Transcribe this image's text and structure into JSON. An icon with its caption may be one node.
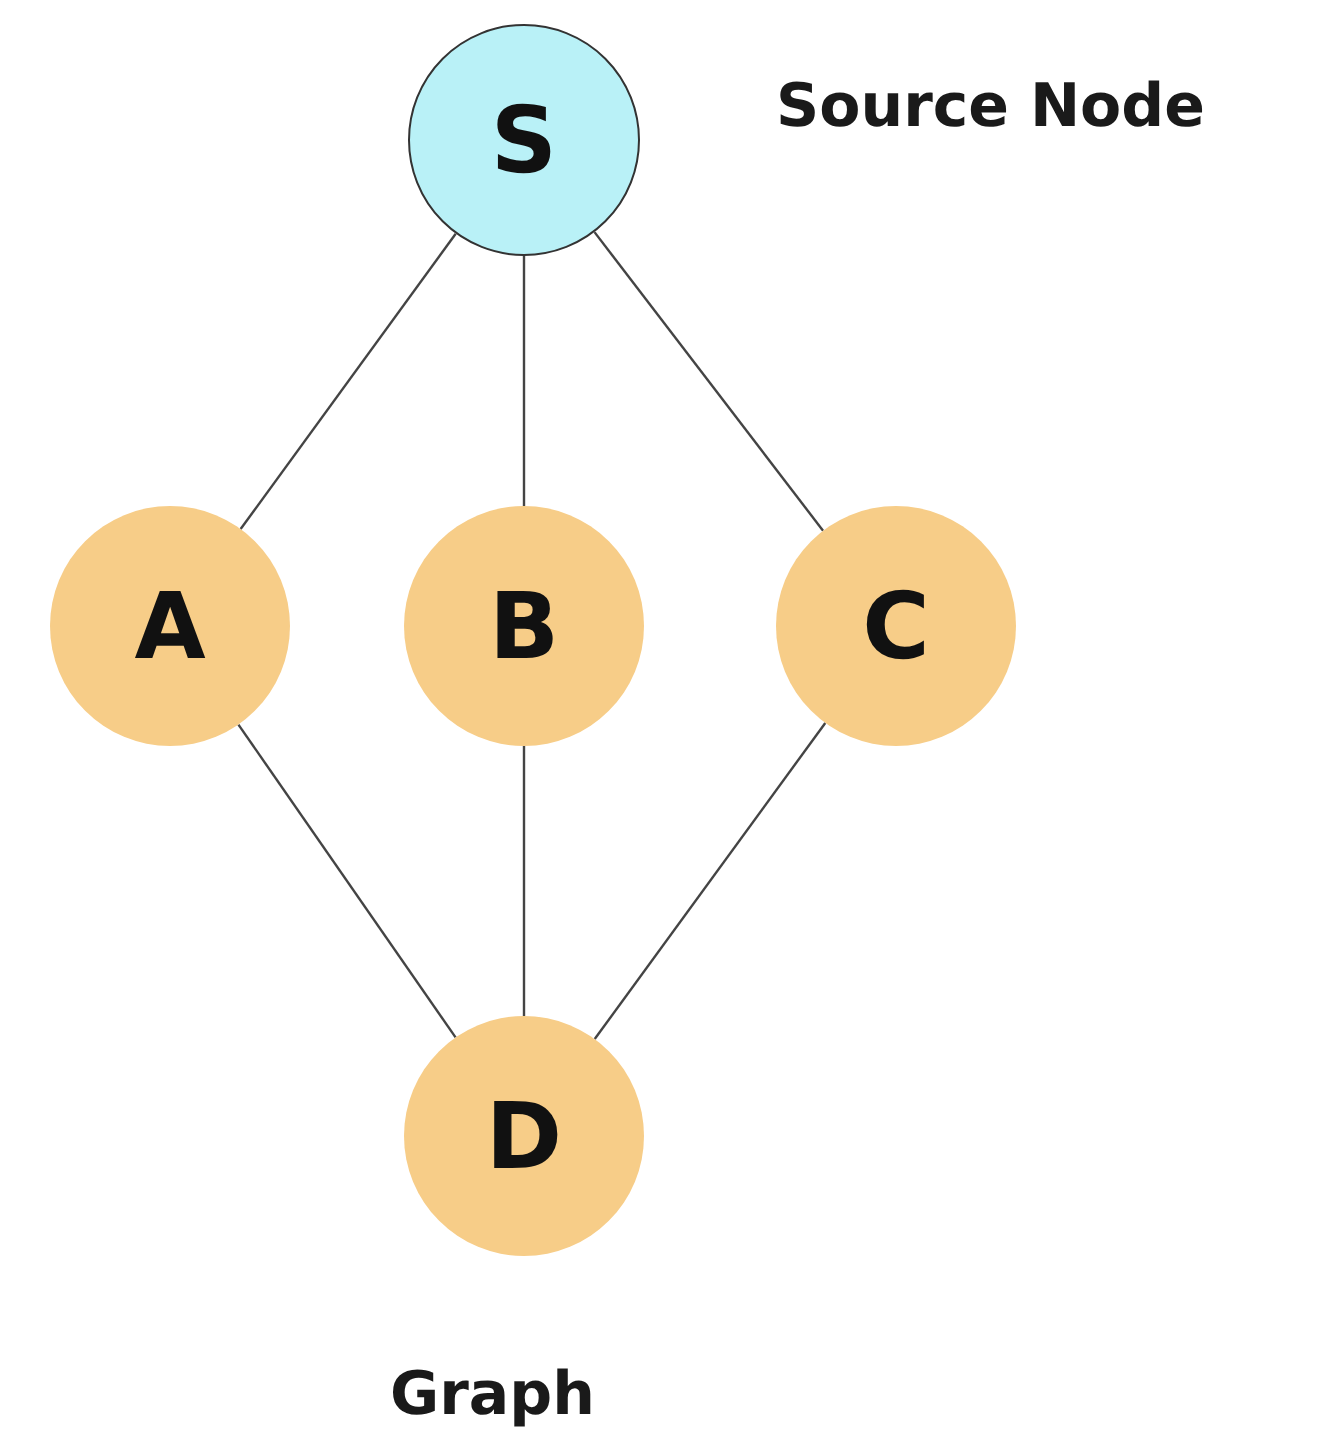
{
  "diagram": {
    "caption": "Graph",
    "nodes": [
      {
        "text": [
          "S"
        ],
        "beside": [
          "Source Node"
        ]
      },
      {
        "text": [
          "A"
        ]
      },
      {
        "text": [
          "B"
        ]
      },
      {
        "text": [
          "C"
        ]
      },
      {
        "text": [
          "D"
        ]
      }
    ],
    "edges": [
      {
        "from": 0,
        "to": 1,
        "arrow": "none"
      },
      {
        "from": 0,
        "to": 2,
        "arrow": "none"
      },
      {
        "from": 0,
        "to": 3,
        "arrow": "none"
      },
      {
        "from": 1,
        "to": 4,
        "arrow": "none"
      },
      {
        "from": 2,
        "to": 4,
        "arrow": "none"
      },
      {
        "from": 3,
        "to": 4,
        "arrow": "none"
      }
    ]
  }
}
